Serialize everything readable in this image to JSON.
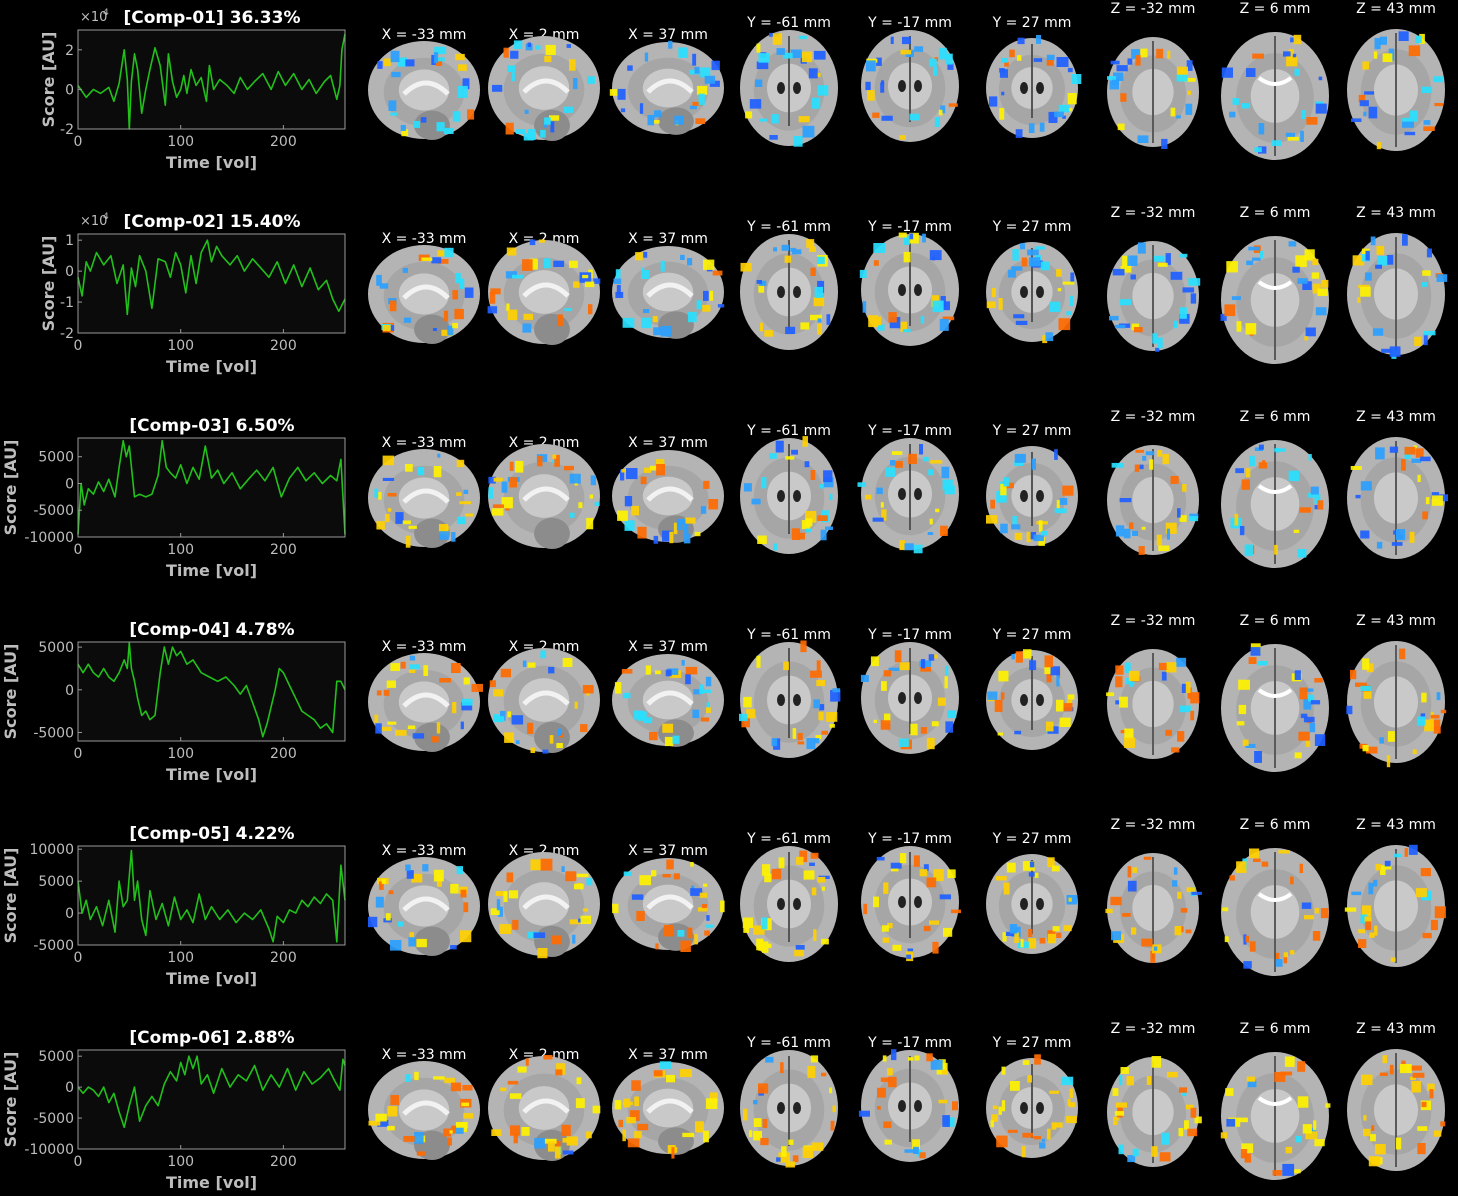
{
  "figure": {
    "background": "#000000",
    "plot_background": "#0b0b0b",
    "axis_color": "#9a9a9a",
    "line_color": "#22c01a",
    "label_color": "#bdbdbd",
    "title_color": "#ffffff",
    "slice_label_color": "#ffffff",
    "slice_labels": [
      "X = -33 mm",
      "X = 2 mm",
      "X = 37 mm",
      "Y = -61 mm",
      "Y = -17 mm",
      "Y = 27 mm",
      "Z = -32 mm",
      "Z = 6 mm",
      "Z = 43 mm"
    ],
    "slice_views": [
      "sagittal",
      "sagittal",
      "sagittal",
      "coronal",
      "coronal",
      "coronal",
      "axial",
      "axial",
      "axial"
    ],
    "overlay_positive_colors": [
      "#ff6a00",
      "#ffd000",
      "#fff200"
    ],
    "overlay_negative_colors": [
      "#1e5fff",
      "#2aa0ff",
      "#28e0ff"
    ],
    "brain_color": "#b4b4b4"
  },
  "chart_data": [
    {
      "type": "line",
      "title": "[Comp-01] 36.33%",
      "xlabel": "Time [vol]",
      "ylabel": "Score [AU]",
      "multiplier_label": "×10",
      "multiplier_exp": "4",
      "xlim": [
        0,
        260
      ],
      "ylim": [
        -2,
        3
      ],
      "xticks": [
        0,
        100,
        200
      ],
      "xtick_labels": [
        "0",
        "100",
        "200"
      ],
      "yticks": [
        -2,
        0,
        2
      ],
      "ytick_labels": [
        "-2",
        "0",
        "2"
      ],
      "series": [
        {
          "x": [
            0,
            8,
            15,
            22,
            30,
            35,
            40,
            45,
            48,
            50,
            52,
            55,
            58,
            62,
            66,
            70,
            75,
            80,
            85,
            88,
            92,
            96,
            100,
            103,
            106,
            110,
            115,
            120,
            125,
            128,
            132,
            138,
            145,
            152,
            158,
            165,
            172,
            180,
            188,
            195,
            202,
            210,
            218,
            225,
            232,
            240,
            246,
            252,
            255,
            257,
            260
          ],
          "y": [
            0.2,
            -0.4,
            0.0,
            -0.2,
            0.1,
            -0.6,
            0.3,
            2.0,
            0.5,
            -2.0,
            0.4,
            1.8,
            1.0,
            -1.2,
            0.0,
            1.0,
            2.1,
            1.2,
            -0.8,
            1.8,
            0.4,
            -0.4,
            0.0,
            0.7,
            -0.2,
            1.0,
            0.2,
            0.6,
            -0.6,
            1.2,
            0.0,
            0.5,
            0.2,
            -0.2,
            0.6,
            0.0,
            0.4,
            0.8,
            0.0,
            0.9,
            0.2,
            0.8,
            0.0,
            0.5,
            -0.2,
            0.4,
            0.7,
            -0.5,
            0.2,
            2.0,
            2.8
          ]
        }
      ]
    },
    {
      "type": "line",
      "title": "[Comp-02] 15.40%",
      "xlabel": "Time [vol]",
      "ylabel": "Score [AU]",
      "multiplier_label": "×10",
      "multiplier_exp": "4",
      "xlim": [
        0,
        260
      ],
      "ylim": [
        -2,
        1.2
      ],
      "xticks": [
        0,
        100,
        200
      ],
      "xtick_labels": [
        "0",
        "100",
        "200"
      ],
      "yticks": [
        -2,
        -1,
        0,
        1
      ],
      "ytick_labels": [
        "-2",
        "-1",
        "0",
        "1"
      ],
      "series": [
        {
          "x": [
            0,
            4,
            8,
            12,
            18,
            25,
            32,
            38,
            44,
            48,
            52,
            56,
            60,
            66,
            72,
            78,
            85,
            90,
            95,
            100,
            105,
            110,
            115,
            120,
            126,
            130,
            135,
            140,
            148,
            155,
            162,
            170,
            178,
            186,
            194,
            202,
            210,
            218,
            226,
            234,
            242,
            248,
            254,
            260
          ],
          "y": [
            -0.2,
            -0.8,
            0.3,
            0.0,
            0.6,
            0.2,
            0.5,
            -0.4,
            0.2,
            -1.4,
            0.1,
            -0.5,
            0.5,
            0.0,
            -1.2,
            0.4,
            0.3,
            -0.2,
            0.6,
            0.2,
            -0.7,
            0.5,
            -0.4,
            0.6,
            1.0,
            0.3,
            0.8,
            0.5,
            0.2,
            0.5,
            0.0,
            0.4,
            0.1,
            -0.2,
            0.3,
            -0.4,
            0.2,
            -0.5,
            0.1,
            -0.6,
            -0.3,
            -0.9,
            -1.3,
            -0.9
          ]
        }
      ]
    },
    {
      "type": "line",
      "title": "[Comp-03] 6.50%",
      "xlabel": "Time [vol]",
      "ylabel": "Score [AU]",
      "multiplier_label": "",
      "multiplier_exp": "",
      "xlim": [
        0,
        260
      ],
      "ylim": [
        -10000,
        8500
      ],
      "xticks": [
        0,
        100,
        200
      ],
      "xtick_labels": [
        "0",
        "100",
        "200"
      ],
      "yticks": [
        -10000,
        -5000,
        0,
        5000
      ],
      "ytick_labels": [
        "-10000",
        "-5000",
        "0",
        "5000"
      ],
      "series": [
        {
          "x": [
            0,
            3,
            6,
            10,
            15,
            20,
            25,
            30,
            36,
            40,
            44,
            47,
            50,
            55,
            60,
            66,
            72,
            78,
            82,
            86,
            90,
            95,
            100,
            106,
            112,
            118,
            124,
            130,
            136,
            142,
            150,
            158,
            166,
            174,
            182,
            190,
            198,
            206,
            214,
            222,
            230,
            238,
            246,
            252,
            256,
            260
          ],
          "y": [
            -9500,
            0,
            -4000,
            -1000,
            -2000,
            300,
            -1500,
            800,
            -2500,
            3000,
            8000,
            5000,
            7000,
            -2500,
            -2000,
            -2500,
            -2000,
            1500,
            8000,
            3000,
            2000,
            1000,
            3500,
            0,
            3000,
            800,
            7000,
            1000,
            2500,
            0,
            2000,
            -1000,
            800,
            2500,
            500,
            3000,
            -2500,
            1000,
            3000,
            500,
            2000,
            0,
            1500,
            500,
            4500,
            -9500
          ]
        }
      ]
    },
    {
      "type": "line",
      "title": "[Comp-04] 4.78%",
      "xlabel": "Time [vol]",
      "ylabel": "Score [AU]",
      "multiplier_label": "",
      "multiplier_exp": "",
      "xlim": [
        0,
        260
      ],
      "ylim": [
        -6000,
        5600
      ],
      "xticks": [
        0,
        100,
        200
      ],
      "xtick_labels": [
        "0",
        "100",
        "200"
      ],
      "yticks": [
        -5000,
        0,
        5000
      ],
      "ytick_labels": [
        "-5000",
        "0",
        "5000"
      ],
      "series": [
        {
          "x": [
            0,
            5,
            10,
            15,
            20,
            25,
            30,
            35,
            40,
            45,
            48,
            50,
            52,
            55,
            58,
            62,
            66,
            70,
            75,
            80,
            84,
            88,
            92,
            96,
            100,
            106,
            112,
            120,
            128,
            136,
            144,
            152,
            158,
            164,
            170,
            176,
            180,
            184,
            188,
            192,
            196,
            200,
            206,
            212,
            218,
            224,
            230,
            236,
            242,
            248,
            252,
            256,
            260
          ],
          "y": [
            3000,
            2000,
            3000,
            2000,
            1500,
            2500,
            1500,
            1000,
            2000,
            3500,
            2500,
            5500,
            2500,
            1000,
            -1000,
            -3000,
            -2500,
            -3500,
            -3000,
            2000,
            5000,
            3000,
            5000,
            4000,
            4500,
            3000,
            3500,
            2000,
            1500,
            1000,
            1500,
            500,
            -500,
            500,
            -1500,
            -3500,
            -5500,
            -4000,
            -2000,
            0,
            2500,
            2000,
            500,
            -1000,
            -2500,
            -3000,
            -3500,
            -4500,
            -4000,
            -5000,
            1000,
            1000,
            0
          ]
        }
      ]
    },
    {
      "type": "line",
      "title": "[Comp-05] 4.22%",
      "xlabel": "Time [vol]",
      "ylabel": "Score [AU]",
      "multiplier_label": "",
      "multiplier_exp": "",
      "xlim": [
        0,
        260
      ],
      "ylim": [
        -5000,
        10500
      ],
      "xticks": [
        0,
        100,
        200
      ],
      "xtick_labels": [
        "0",
        "100",
        "200"
      ],
      "yticks": [
        -5000,
        0,
        5000,
        10000
      ],
      "ytick_labels": [
        "-5000",
        "0",
        "5000",
        "10000"
      ],
      "series": [
        {
          "x": [
            0,
            4,
            8,
            12,
            18,
            24,
            30,
            36,
            40,
            44,
            48,
            52,
            55,
            58,
            62,
            66,
            70,
            76,
            82,
            88,
            94,
            100,
            106,
            112,
            118,
            124,
            130,
            138,
            146,
            154,
            162,
            170,
            178,
            186,
            190,
            194,
            200,
            206,
            212,
            218,
            224,
            230,
            236,
            242,
            248,
            252,
            256,
            260
          ],
          "y": [
            5000,
            0,
            2000,
            -1000,
            1000,
            -2000,
            2000,
            -3000,
            5000,
            1000,
            2000,
            9800,
            2000,
            5000,
            -1000,
            -3500,
            3500,
            -1000,
            1500,
            -2000,
            2500,
            -1000,
            500,
            -1500,
            3000,
            -1000,
            1000,
            -1000,
            500,
            -1500,
            0,
            -1000,
            500,
            -2500,
            -4500,
            -500,
            -1500,
            500,
            0,
            2000,
            1000,
            2500,
            1500,
            3000,
            2000,
            -4500,
            7500,
            2000
          ]
        }
      ]
    },
    {
      "type": "line",
      "title": "[Comp-06] 2.88%",
      "xlabel": "Time [vol]",
      "ylabel": "Score [AU]",
      "multiplier_label": "",
      "multiplier_exp": "",
      "xlim": [
        0,
        260
      ],
      "ylim": [
        -10000,
        6000
      ],
      "xticks": [
        0,
        100,
        200
      ],
      "xtick_labels": [
        "0",
        "100",
        "200"
      ],
      "yticks": [
        -10000,
        -5000,
        0,
        5000
      ],
      "ytick_labels": [
        "-10000",
        "-5000",
        "0",
        "5000"
      ],
      "series": [
        {
          "x": [
            0,
            5,
            10,
            15,
            20,
            25,
            30,
            35,
            40,
            45,
            50,
            55,
            60,
            66,
            72,
            78,
            84,
            90,
            96,
            100,
            104,
            108,
            112,
            116,
            120,
            126,
            132,
            140,
            148,
            156,
            164,
            172,
            180,
            188,
            196,
            204,
            212,
            220,
            228,
            236,
            244,
            250,
            255,
            258,
            260
          ],
          "y": [
            0,
            -1000,
            0,
            -500,
            -1500,
            0,
            -2500,
            -1000,
            -4000,
            -6500,
            -3000,
            0,
            -5500,
            -3000,
            -1500,
            -3000,
            500,
            2500,
            1000,
            4000,
            2000,
            5000,
            3000,
            5000,
            500,
            2000,
            -1000,
            3000,
            0,
            2000,
            1000,
            3500,
            -500,
            2000,
            0,
            3000,
            -500,
            2500,
            500,
            1500,
            3000,
            1000,
            -500,
            4500,
            3500
          ]
        }
      ]
    }
  ]
}
